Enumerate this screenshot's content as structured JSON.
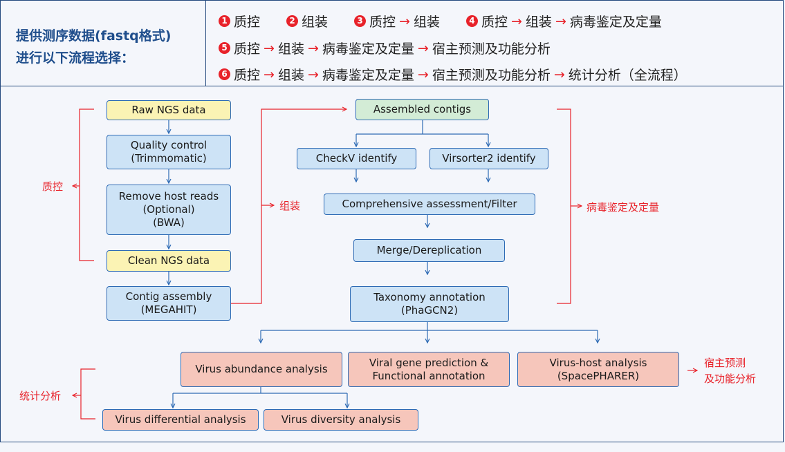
{
  "header": {
    "left_line1": "提供测序数据(fastq格式)",
    "left_line2": "进行以下流程选择：",
    "arrow": "→",
    "opt1": {
      "num": "1",
      "steps": [
        "质控"
      ]
    },
    "opt2": {
      "num": "2",
      "steps": [
        "组装"
      ]
    },
    "opt3": {
      "num": "3",
      "steps": [
        "质控",
        "组装"
      ]
    },
    "opt4": {
      "num": "4",
      "steps": [
        "质控",
        "组装",
        "病毒鉴定及定量"
      ]
    },
    "opt5": {
      "num": "5",
      "steps": [
        "质控",
        "组装",
        "病毒鉴定及定量",
        "宿主预测及功能分析"
      ]
    },
    "opt6": {
      "num": "6",
      "steps": [
        "质控",
        "组装",
        "病毒鉴定及定量",
        "宿主预测及功能分析",
        "统计分析（全流程）"
      ]
    }
  },
  "flow": {
    "raw": "Raw NGS data",
    "qc1": "Quality control",
    "qc2": "(Trimmomatic)",
    "rh1": "Remove host reads",
    "rh2": "(Optional)",
    "rh3": "(BWA)",
    "clean": "Clean NGS data",
    "ca1": "Contig assembly",
    "ca2": "(MEGAHIT)",
    "assembled": "Assembled contigs",
    "checkv": "CheckV identify",
    "virsorter": "Virsorter2 identify",
    "comp": "Comprehensive assessment/Filter",
    "merge": "Merge/Dereplication",
    "tax1": "Taxonomy annotation",
    "tax2": "(PhaGCN2)",
    "abund": "Virus abundance analysis",
    "gene1": "Viral gene prediction &",
    "gene2": "Functional annotation",
    "host1": "Virus-host analysis",
    "host2": "(SpacePHARER)",
    "diff": "Virus differential analysis",
    "div": "Virus diversity analysis"
  },
  "labels": {
    "qc": "质控",
    "assembly": "组装",
    "viral": "病毒鉴定及定量",
    "host1": "宿主预测",
    "host2": "及功能分析",
    "stats": "统计分析"
  },
  "colors": {
    "accent_red": "#e8222a",
    "border_blue": "#23487d",
    "title_blue": "#1f4e8c",
    "box_yellow": "#fbf3b4",
    "box_blue": "#cde3f6",
    "box_green": "#d3ecd6",
    "box_pink": "#f6c6bb"
  }
}
